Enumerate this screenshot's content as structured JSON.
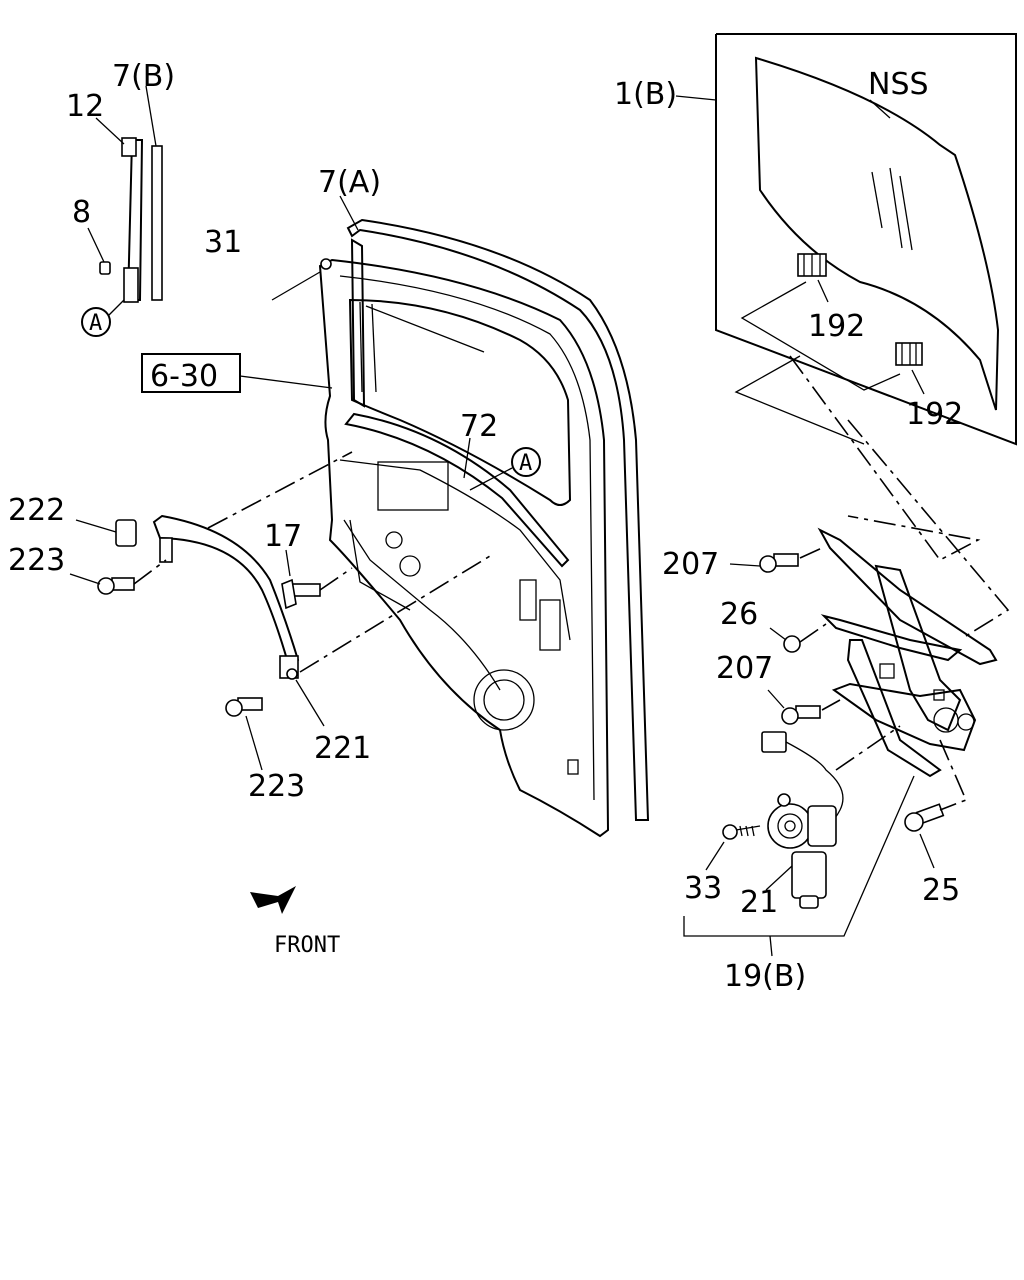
{
  "labels": {
    "l_7b": "7(B)",
    "l_12": "12",
    "l_8": "8",
    "l_a1": "A",
    "l_31": "31",
    "l_7a": "7(A)",
    "l_1b": "1(B)",
    "l_nss": "NSS",
    "l_192a": "192",
    "l_192b": "192",
    "l_630": "6-30",
    "l_72": "72",
    "l_a2": "A",
    "l_222": "222",
    "l_223a": "223",
    "l_17": "17",
    "l_207a": "207",
    "l_26": "26",
    "l_207b": "207",
    "l_221": "221",
    "l_223b": "223",
    "l_33": "33",
    "l_21": "21",
    "l_25": "25",
    "l_19b": "19(B)",
    "l_front": "FRONT"
  }
}
